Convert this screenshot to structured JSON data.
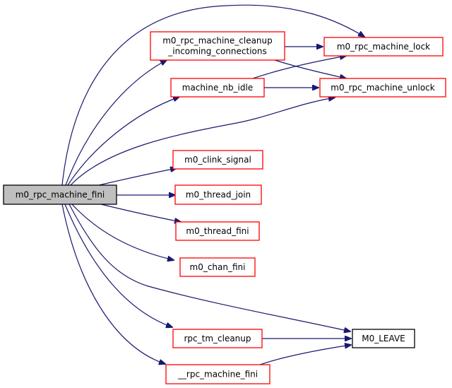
{
  "diagram": {
    "type": "call-graph",
    "colors": {
      "edge": "#191970",
      "root_fill": "#bfbfbf",
      "root_border": "#000000",
      "linked_border": "#ff0000",
      "plain_border": "#000000",
      "node_fill": "#ffffff"
    },
    "nodes": [
      {
        "id": "fini",
        "lines": [
          "m0_rpc_machine_fini"
        ],
        "kind": "root"
      },
      {
        "id": "cleanup",
        "lines": [
          "m0_rpc_machine_cleanup",
          "_incoming_connections"
        ],
        "kind": "linked"
      },
      {
        "id": "nbidle",
        "lines": [
          "machine_nb_idle"
        ],
        "kind": "linked"
      },
      {
        "id": "lock",
        "lines": [
          "m0_rpc_machine_lock"
        ],
        "kind": "linked"
      },
      {
        "id": "unlock",
        "lines": [
          "m0_rpc_machine_unlock"
        ],
        "kind": "linked"
      },
      {
        "id": "clink",
        "lines": [
          "m0_clink_signal"
        ],
        "kind": "linked"
      },
      {
        "id": "tjoin",
        "lines": [
          "m0_thread_join"
        ],
        "kind": "linked"
      },
      {
        "id": "tfini",
        "lines": [
          "m0_thread_fini"
        ],
        "kind": "linked"
      },
      {
        "id": "chan",
        "lines": [
          "m0_chan_fini"
        ],
        "kind": "linked"
      },
      {
        "id": "leave",
        "lines": [
          "M0_LEAVE"
        ],
        "kind": "plain"
      },
      {
        "id": "tm",
        "lines": [
          "rpc_tm_cleanup"
        ],
        "kind": "linked"
      },
      {
        "id": "rmfini",
        "lines": [
          "__rpc_machine_fini"
        ],
        "kind": "linked"
      }
    ],
    "edges": [
      {
        "from": "fini",
        "to": "lock"
      },
      {
        "from": "fini",
        "to": "cleanup"
      },
      {
        "from": "fini",
        "to": "nbidle"
      },
      {
        "from": "fini",
        "to": "unlock"
      },
      {
        "from": "fini",
        "to": "clink"
      },
      {
        "from": "fini",
        "to": "tjoin"
      },
      {
        "from": "fini",
        "to": "tfini"
      },
      {
        "from": "fini",
        "to": "chan"
      },
      {
        "from": "fini",
        "to": "leave"
      },
      {
        "from": "fini",
        "to": "tm"
      },
      {
        "from": "fini",
        "to": "rmfini"
      },
      {
        "from": "cleanup",
        "to": "lock"
      },
      {
        "from": "cleanup",
        "to": "unlock"
      },
      {
        "from": "nbidle",
        "to": "lock"
      },
      {
        "from": "nbidle",
        "to": "unlock"
      },
      {
        "from": "tm",
        "to": "leave"
      },
      {
        "from": "rmfini",
        "to": "leave"
      }
    ]
  }
}
